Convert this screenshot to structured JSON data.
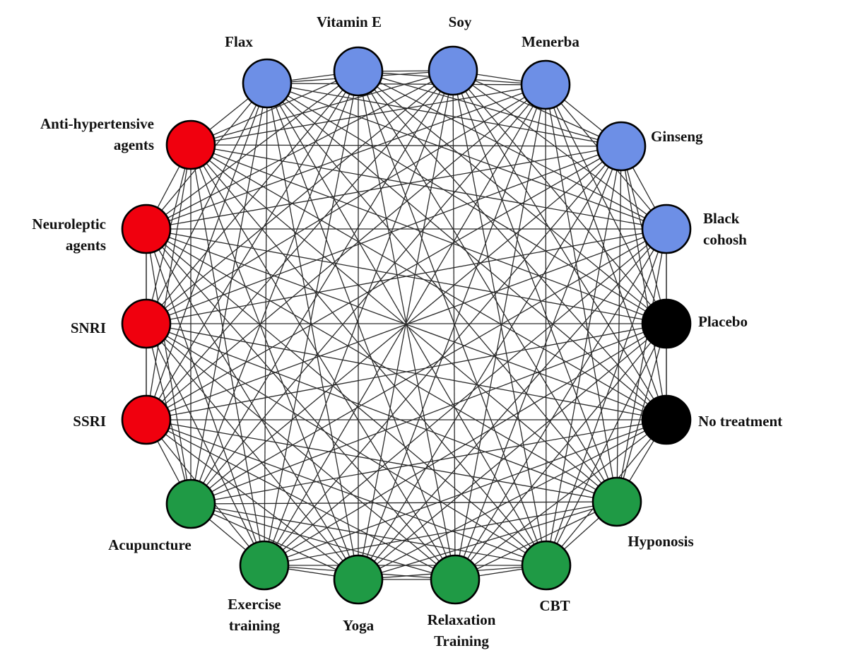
{
  "network": {
    "nodes": [
      {
        "id": "flax",
        "label": [
          "Flax"
        ],
        "group": "herbal"
      },
      {
        "id": "vitamin-e",
        "label": [
          "Vitamin E"
        ],
        "group": "herbal"
      },
      {
        "id": "soy",
        "label": [
          "Soy"
        ],
        "group": "herbal"
      },
      {
        "id": "menerba",
        "label": [
          "Menerba"
        ],
        "group": "herbal"
      },
      {
        "id": "ginseng",
        "label": [
          "Ginseng"
        ],
        "group": "herbal"
      },
      {
        "id": "black-cohosh",
        "label": [
          "Black",
          "cohosh"
        ],
        "group": "herbal"
      },
      {
        "id": "placebo",
        "label": [
          "Placebo"
        ],
        "group": "control"
      },
      {
        "id": "no-treatment",
        "label": [
          "No treatment"
        ],
        "group": "control"
      },
      {
        "id": "hyponosis",
        "label": [
          "Hyponosis"
        ],
        "group": "behavioral"
      },
      {
        "id": "cbt",
        "label": [
          "CBT"
        ],
        "group": "behavioral"
      },
      {
        "id": "relaxation-training",
        "label": [
          "Relaxation",
          "Training"
        ],
        "group": "behavioral"
      },
      {
        "id": "yoga",
        "label": [
          "Yoga"
        ],
        "group": "behavioral"
      },
      {
        "id": "exercise-training",
        "label": [
          "Exercise",
          "training"
        ],
        "group": "behavioral"
      },
      {
        "id": "acupuncture",
        "label": [
          "Acupuncture"
        ],
        "group": "behavioral"
      },
      {
        "id": "ssri",
        "label": [
          "SSRI"
        ],
        "group": "pharma"
      },
      {
        "id": "snri",
        "label": [
          "SNRI"
        ],
        "group": "pharma"
      },
      {
        "id": "neuroleptic-agents",
        "label": [
          "Neuroleptic",
          "agents"
        ],
        "group": "pharma"
      },
      {
        "id": "anti-hypertensive-agents",
        "label": [
          "Anti-hypertensive",
          "agents"
        ],
        "group": "pharma"
      }
    ],
    "edges": "all-pairs",
    "group_colors": {
      "herbal": "#6d8fe6",
      "control": "#000000",
      "behavioral": "#1f9a45",
      "pharma": "#f0000e"
    },
    "edge_color": "#2b2b2b"
  }
}
